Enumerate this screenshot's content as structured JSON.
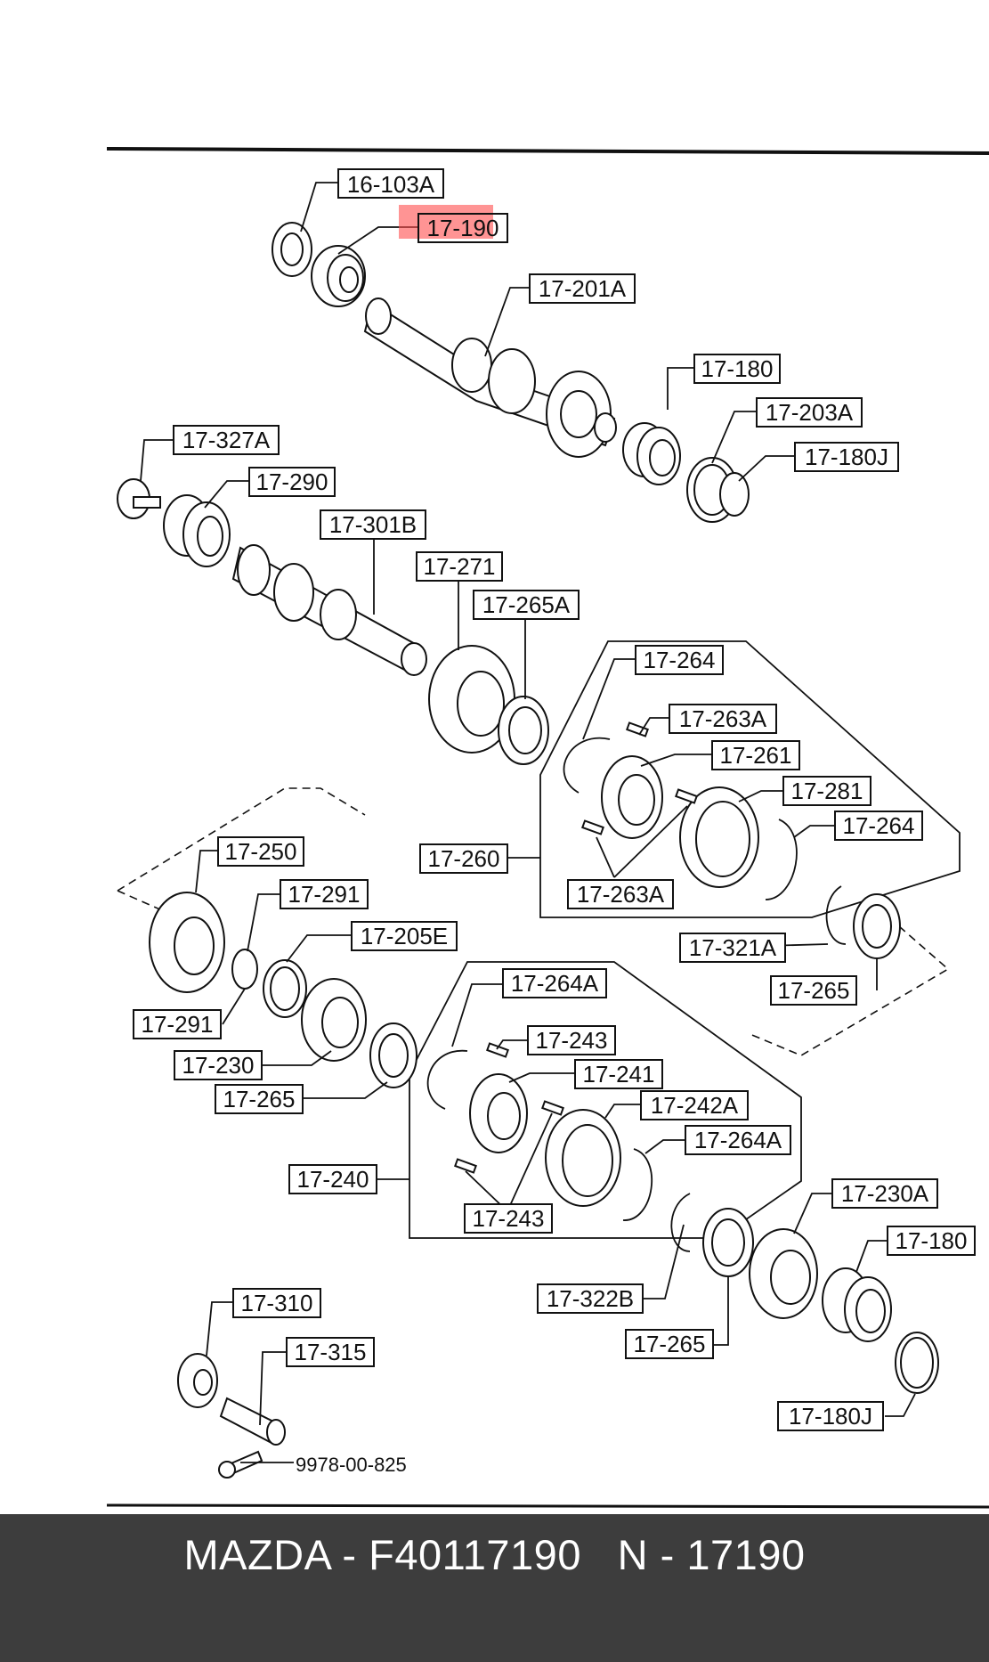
{
  "highlight_color": "#ff4d4d",
  "caption": "MAZDA - F40117190   N - 17190",
  "callouts": [
    "16-103A",
    "17-190",
    "17-201A",
    "17-180",
    "17-203A",
    "17-180J",
    "17-327A",
    "17-290",
    "17-301B",
    "17-271",
    "17-265A",
    "17-264",
    "17-263A",
    "17-261",
    "17-281",
    "17-264",
    "17-260",
    "17-263A",
    "17-321A",
    "17-265",
    "17-250",
    "17-291",
    "17-205E",
    "17-291",
    "17-230",
    "17-265",
    "17-264A",
    "17-243",
    "17-241",
    "17-242A",
    "17-264A",
    "17-240",
    "17-243",
    "17-230A",
    "17-180",
    "17-322B",
    "17-265",
    "17-180J",
    "17-310",
    "17-315",
    "9978-00-825"
  ]
}
